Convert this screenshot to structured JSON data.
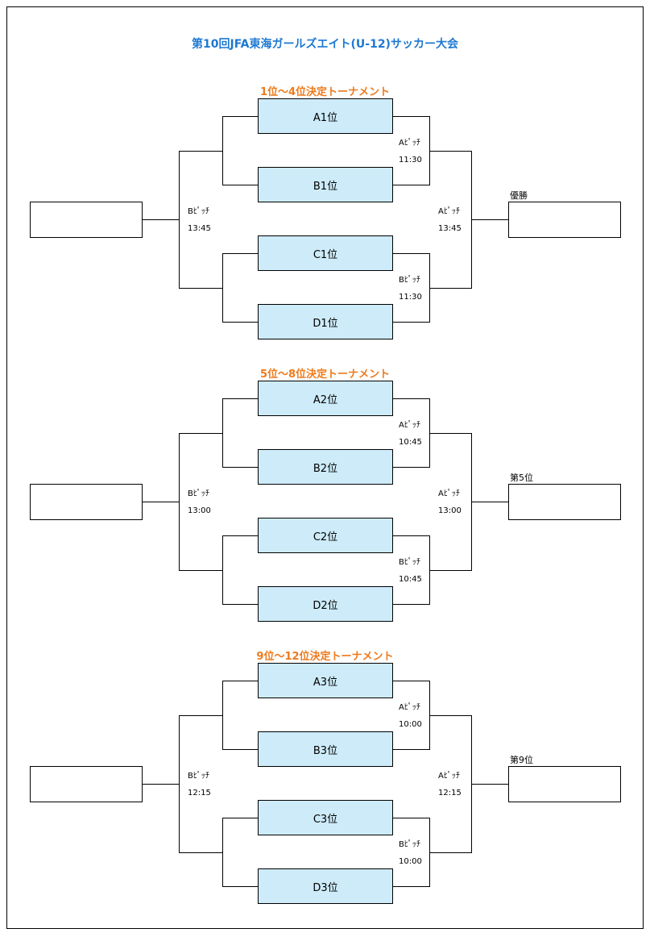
{
  "title": "第10回JFA東海ガールズエイト(U-12)サッカー大会",
  "sections": [
    {
      "title": "1位～4位決定トーナメント",
      "teams": [
        "A1位",
        "B1位",
        "C1位",
        "D1位"
      ],
      "semi_top": {
        "pitch": "Aﾋﾟｯﾁ",
        "time": "11:30"
      },
      "semi_bottom": {
        "pitch": "Bﾋﾟｯﾁ",
        "time": "11:30"
      },
      "left_final": {
        "pitch": "Bﾋﾟｯﾁ",
        "time": "13:45"
      },
      "right_final": {
        "pitch": "Aﾋﾟｯﾁ",
        "time": "13:45"
      },
      "result_label": "優勝"
    },
    {
      "title": "5位～8位決定トーナメント",
      "teams": [
        "A2位",
        "B2位",
        "C2位",
        "D2位"
      ],
      "semi_top": {
        "pitch": "Aﾋﾟｯﾁ",
        "time": "10:45"
      },
      "semi_bottom": {
        "pitch": "Bﾋﾟｯﾁ",
        "time": "10:45"
      },
      "left_final": {
        "pitch": "Bﾋﾟｯﾁ",
        "time": "13:00"
      },
      "right_final": {
        "pitch": "Aﾋﾟｯﾁ",
        "time": "13:00"
      },
      "result_label": "第5位"
    },
    {
      "title": "9位～12位決定トーナメント",
      "teams": [
        "A3位",
        "B3位",
        "C3位",
        "D3位"
      ],
      "semi_top": {
        "pitch": "Aﾋﾟｯﾁ",
        "time": "10:00"
      },
      "semi_bottom": {
        "pitch": "Bﾋﾟｯﾁ",
        "time": "10:00"
      },
      "left_final": {
        "pitch": "Bﾋﾟｯﾁ",
        "time": "12:15"
      },
      "right_final": {
        "pitch": "Aﾋﾟｯﾁ",
        "time": "12:15"
      },
      "result_label": "第9位"
    }
  ]
}
